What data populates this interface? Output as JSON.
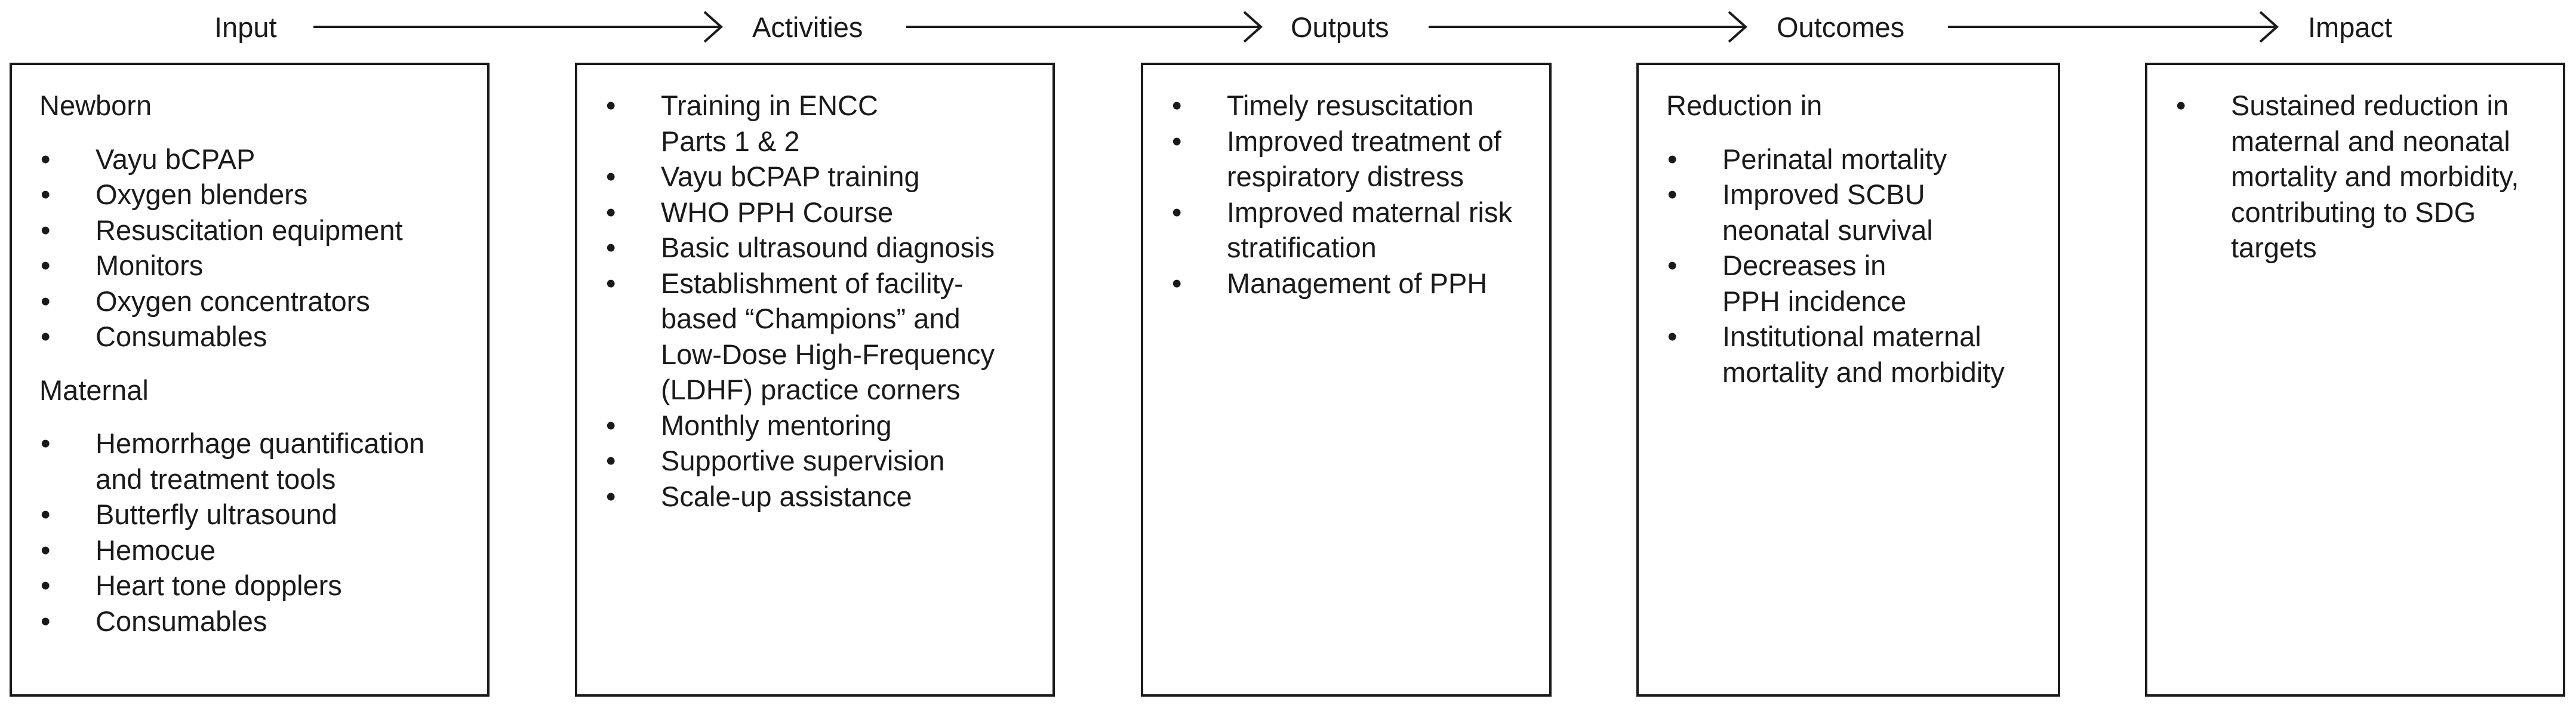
{
  "headers": [
    "Input",
    "Activities",
    "Outputs",
    "Outcomes",
    "Impact"
  ],
  "input": {
    "sections": [
      {
        "heading": "Newborn",
        "items": [
          "Vayu bCPAP",
          "Oxygen blenders",
          "Resuscitation equipment",
          "Monitors",
          "Oxygen concentrators",
          "Consumables"
        ]
      },
      {
        "heading": "Maternal",
        "items": [
          "Hemorrhage quantification and treatment tools",
          "Butterfly ultrasound",
          "Hemocue",
          "Heart tone dopplers",
          "Consumables"
        ]
      }
    ]
  },
  "activities": {
    "items": [
      "Training in ENCC Parts 1 & 2",
      "Vayu bCPAP training",
      "WHO PPH Course",
      "Basic ultrasound diagnosis",
      "Establishment of facility-based “Champions” and Low-Dose High-Frequency (LDHF) practice corners",
      "Monthly mentoring",
      "Supportive supervision",
      "Scale-up assistance"
    ]
  },
  "outputs": {
    "items": [
      "Timely resuscitation",
      "Improved treatment of respiratory distress",
      "Improved maternal risk stratification",
      "Management of PPH"
    ]
  },
  "outcomes": {
    "heading": "Reduction in",
    "items": [
      "Perinatal mortality",
      "Improved SCBU neonatal survival",
      "Decreases in PPH incidence",
      "Institutional maternal mortality and morbidity"
    ]
  },
  "impact": {
    "items": [
      "Sustained reduction in maternal and neonatal mortality and morbidity, contributing to SDG targets"
    ]
  }
}
